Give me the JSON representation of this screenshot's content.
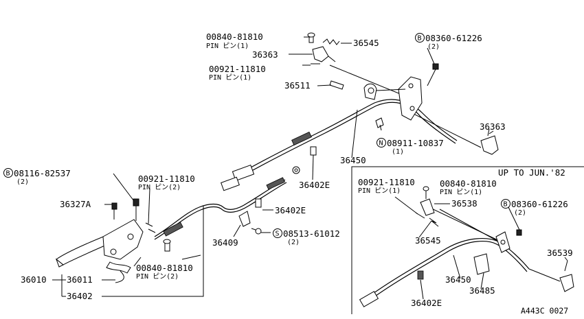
{
  "labels": {
    "pin_00840_top": "00840-81810",
    "pin_00840_top_sub": "PIN ピン(1)",
    "p36545_top": "36545",
    "p36363_top": "36363",
    "pin_00921_top": "00921-11810",
    "pin_00921_top_sub": "PIN ピン(1)",
    "bolt_08360_top": "08360-61226",
    "bolt_08360_top_sub": "(2)",
    "p36511": "36511",
    "p36363_right": "36363",
    "nut_08911": "08911-10837",
    "nut_08911_sub": "(1)",
    "p36450_main": "36450",
    "bolt_08116": "08116-82537",
    "bolt_08116_sub": "(2)",
    "pin_00921_left": "00921-11810",
    "pin_00921_left_sub": "PIN ピン(2)",
    "p36402E_upper": "36402E",
    "p36327A": "36327A",
    "p36402E_mid": "36402E",
    "screw_08513": "08513-61012",
    "screw_08513_sub": "(2)",
    "p36409": "36409",
    "pin_00840_left": "00840-81810",
    "pin_00840_left_sub": "PIN ピン(2)",
    "p36010": "36010",
    "p36011": "36011",
    "p36402": "36402",
    "inset_title": "UP TO JUN.'82",
    "inset_pin_00921": "00921-11810",
    "inset_pin_00921_sub": "PIN ピン(1)",
    "inset_pin_00840": "00840-81810",
    "inset_pin_00840_sub": "PIN ピン(1)",
    "inset_p36538": "36538",
    "inset_bolt_08360": "08360-61226",
    "inset_bolt_08360_sub": "(2)",
    "inset_p36545": "36545",
    "inset_p36539": "36539",
    "inset_p36450": "36450",
    "inset_p36485": "36485",
    "inset_p36402E": "36402E",
    "diagram_code": "A443C 0027"
  },
  "badges": {
    "b": "B",
    "n": "N",
    "s": "S"
  }
}
